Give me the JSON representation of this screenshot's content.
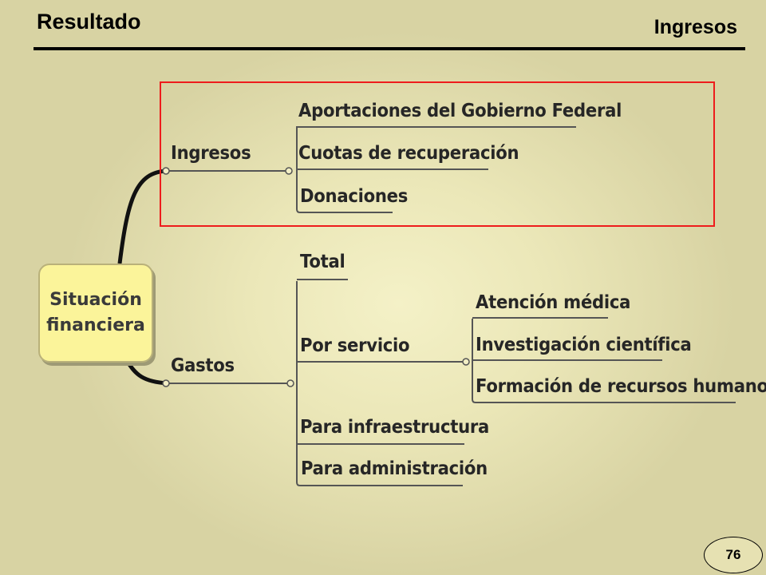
{
  "header": {
    "title": "Resultado",
    "subtitle": "Ingresos"
  },
  "diagram": {
    "center": "Situación financiera",
    "ingresos": {
      "label": "Ingresos",
      "items": [
        "Aportaciones del Gobierno Federal",
        "Cuotas de recuperación",
        "Donaciones"
      ]
    },
    "gastos": {
      "label": "Gastos",
      "items": [
        "Total",
        "Por servicio",
        "Para infraestructura",
        "Para administración"
      ],
      "por_servicio_items": [
        "Atención médica",
        "Investigación científica",
        "Formación de recursos humanos"
      ]
    },
    "highlight_color": "#ee1c1c",
    "node_fill_color": "#fbf49a"
  },
  "footer": {
    "page_number": "76"
  }
}
